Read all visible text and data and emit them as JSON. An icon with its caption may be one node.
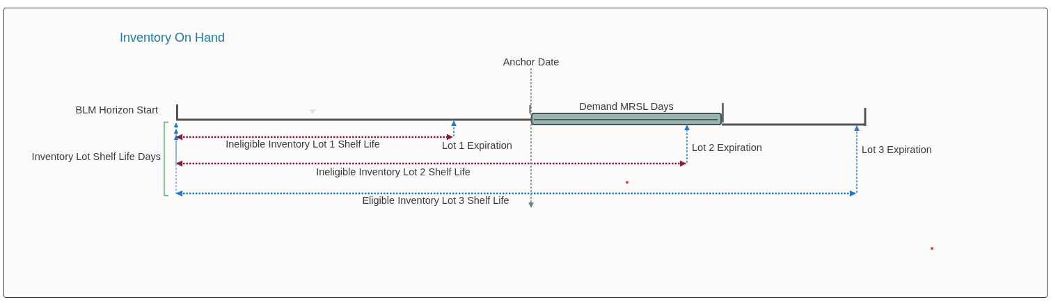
{
  "diagram": {
    "title": "Inventory On Hand",
    "nodes": [
      {
        "text": [
          "Anchor Date"
        ]
      },
      {
        "text": [],
        "shape": "line"
      },
      {
        "text": [
          "Demand MRSL Days"
        ]
      },
      {
        "text": [],
        "shape": "line"
      }
    ],
    "edges": [
      {
        "from": 0,
        "to": null,
        "arrow": "to",
        "style": "dashed",
        "color": "#5f8081"
      },
      {
        "from": null,
        "to": 1,
        "arrow": "to",
        "label": "Lot 1 Expiration",
        "style": "dashed"
      },
      {
        "from": null,
        "to": 2,
        "arrow": "to",
        "label": "Lot 2 Expiration",
        "style": "dashed"
      },
      {
        "from": null,
        "to": 3,
        "arrow": "to",
        "label": "Lot 3 Expiration",
        "style": "dashed"
      }
    ],
    "labels": [
      "BLM Horizon Start",
      "Ineligible Inventory Lot 1 Shelf Life",
      "Inventory Lot Shelf Life Days",
      "Ineligible Inventory Lot 2 Shelf Life",
      "Eligible Inventory Lot 3 Shelf Life"
    ]
  }
}
